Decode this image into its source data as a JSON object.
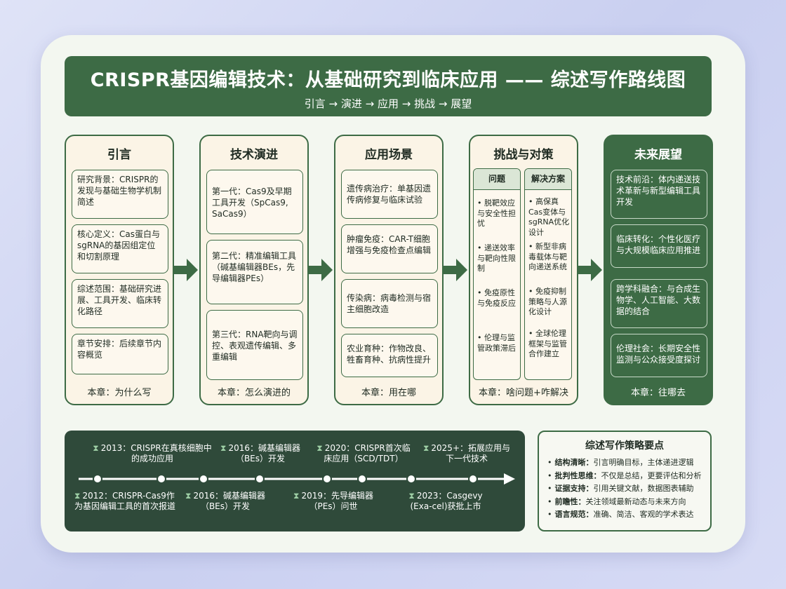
{
  "header": {
    "title": "CRISPR基因编辑技术：从基础研究到临床应用 —— 综述写作路线图",
    "subtitle": "引言 → 演进 → 应用 → 挑战 → 展望"
  },
  "columns": {
    "intro": {
      "title": "引言",
      "items": [
        "研究背景：CRISPR的发现与基础生物学机制简述",
        "核心定义：Cas蛋白与sgRNA的基因组定位和切割原理",
        "综述范围：基础研究进展、工具开发、临床转化路径",
        "章节安排：后续章节内容概览"
      ],
      "footer": "本章：为什么写"
    },
    "evolution": {
      "title": "技术演进",
      "items": [
        "第一代：Cas9及早期工具开发（SpCas9, SaCas9）",
        "第二代：精准编辑工具（碱基编辑器BEs，先导编辑器PEs）",
        "第三代：RNA靶向与调控、表观遗传编辑、多重编辑"
      ],
      "footer": "本章：怎么演进的"
    },
    "applications": {
      "title": "应用场景",
      "items": [
        "遗传病治疗：单基因遗传病修复与临床试验",
        "肿瘤免疫：CAR-T细胞增强与免疫检查点编辑",
        "传染病：病毒检测与宿主细胞改造",
        "农业育种：作物改良、牲畜育种、抗病性提升"
      ],
      "footer": "本章：用在哪"
    },
    "challenges": {
      "title": "挑战与对策",
      "problems_title": "问题",
      "problems": [
        "脱靶效应与安全性担忧",
        "递送效率与靶向性限制",
        "免疫原性与免疫反应",
        "伦理与监管政策滞后"
      ],
      "solutions_title": "解决方案",
      "solutions": [
        "高保真Cas变体与sgRNA优化设计",
        "新型非病毒载体与靶向递送系统",
        "免疫抑制策略与人源化设计",
        "全球伦理框架与监管合作建立"
      ],
      "footer": "本章：啥问题+咋解决"
    },
    "outlook": {
      "title": "未来展望",
      "items": [
        "技术前沿：体内递送技术革新与新型编辑工具开发",
        "临床转化：个性化医疗与大规模临床应用推进",
        "跨学科融合：与合成生物学、人工智能、大数据的结合",
        "伦理社会：长期安全性监测与公众接受度探讨"
      ],
      "footer": "本章：往哪去"
    }
  },
  "timeline": {
    "top": [
      "2013：CRISPR在真核细胞中的成功应用",
      "2016：碱基编辑器（BEs）开发",
      "2020：CRISPR首次临床应用（SCD/TDT）",
      "2025+：拓展应用与下一代技术"
    ],
    "bottom": [
      "2012：CRISPR-Cas9作为基因编辑工具的首次报道",
      "2016：碱基编辑器（BEs）开发",
      "2019：先导编辑器（PEs）问世",
      "2023：Casgevy (Exa-cel)获批上市"
    ]
  },
  "strategy": {
    "title": "综述写作策略要点",
    "items": [
      {
        "key": "结构清晰：",
        "text": "引言明确目标，主体递进逻辑"
      },
      {
        "key": "批判性思维：",
        "text": "不仅是总结，更要评估和分析"
      },
      {
        "key": "证据支持：",
        "text": "引用关键文献，数据图表辅助"
      },
      {
        "key": "前瞻性：",
        "text": "关注领域最新动态与未来方向"
      },
      {
        "key": "语言规范：",
        "text": "准确、简洁、客观的学术表达"
      }
    ]
  },
  "colors": {
    "primary": "#3d6b45",
    "card": "#fbf4e6",
    "timeline_bg": "#2f4a3a"
  },
  "icons": {
    "arrow": "arrow-right-icon",
    "timeline_marker": "hourglass-icon"
  }
}
